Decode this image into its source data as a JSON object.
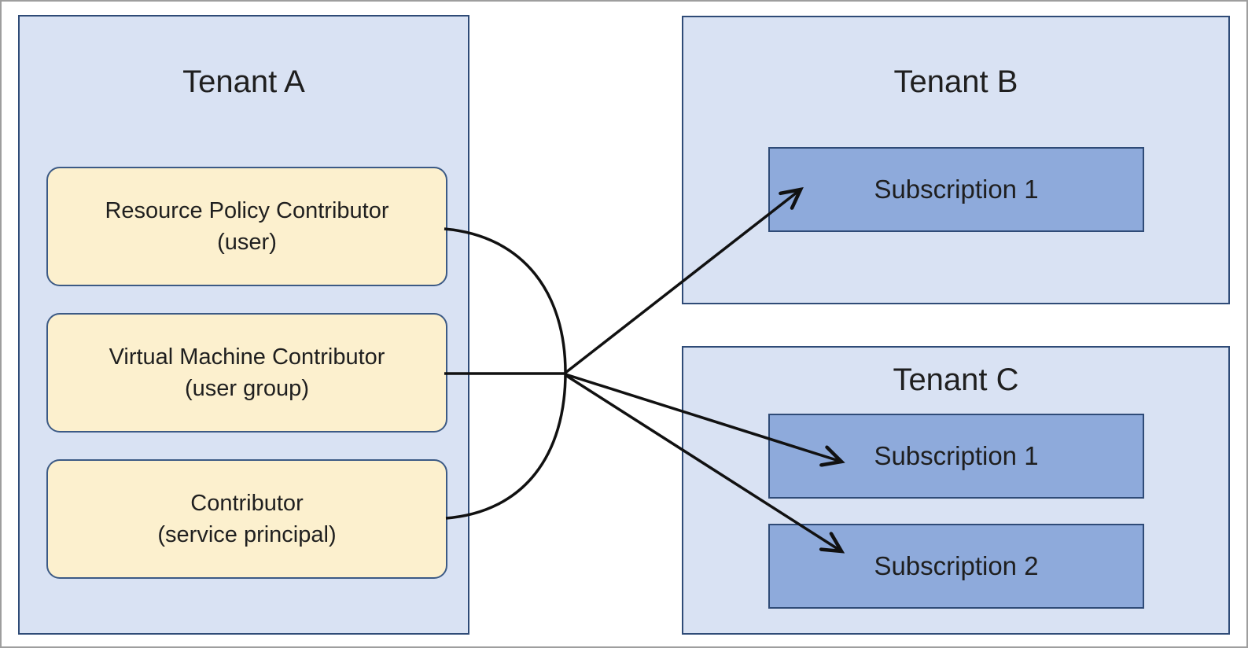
{
  "diagram": {
    "tenant_a": {
      "title": "Tenant A",
      "roles": [
        {
          "name": "Resource Policy Contributor",
          "principal": "(user)"
        },
        {
          "name": "Virtual Machine Contributor",
          "principal": "(user group)"
        },
        {
          "name": "Contributor",
          "principal": "(service principal)"
        }
      ]
    },
    "tenant_b": {
      "title": "Tenant B",
      "subscriptions": [
        {
          "label": "Subscription 1"
        }
      ]
    },
    "tenant_c": {
      "title": "Tenant C",
      "subscriptions": [
        {
          "label": "Subscription 1"
        },
        {
          "label": "Subscription 2"
        }
      ]
    }
  },
  "colors": {
    "tenant_fill": "#D9E2F3",
    "tenant_border": "#2F4B77",
    "role_fill": "#FCF0CE",
    "role_border": "#3C5A85",
    "subscription_fill": "#8EAADB",
    "subscription_border": "#2F4B77",
    "connector": "#111111",
    "text": "#1F1F1F",
    "page_border": "#9E9E9E"
  }
}
